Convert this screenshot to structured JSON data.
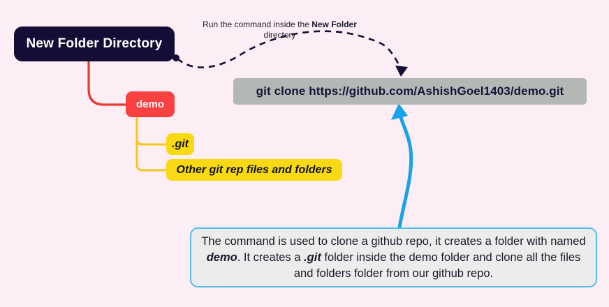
{
  "diagram": {
    "title": "git clone mind map",
    "background_color": "#fdeef5"
  },
  "root_node": {
    "label": "New Folder Directory",
    "bg_color": "#140d36",
    "text_color": "#ffffff"
  },
  "demo_node": {
    "label": "demo",
    "bg_color": "#f94141",
    "text_color": "#ffffff"
  },
  "child_nodes": [
    {
      "label": ".git",
      "bg_color": "#f9d913",
      "text_color": "#111111"
    },
    {
      "label": "Other git rep files and folders",
      "bg_color": "#f9d913",
      "text_color": "#111111"
    }
  ],
  "command_box": {
    "command": "git clone https://github.com/AshishGoel1403/demo.git",
    "bg_color": "#b4b8b4",
    "text_color": "#15123a"
  },
  "annotation": {
    "text_before": "Run the command inside the ",
    "text_bold": "New Folder",
    "text_after": " directory"
  },
  "description": {
    "part1": "The command is used to clone a github repo, it creates a folder with named ",
    "bold1": "demo",
    "part2": ". It creates a ",
    "bold2": ".git",
    "part3": " folder inside the demo folder and clone all the files and folders folder from our github repo.",
    "border_color": "#56bde8",
    "bg_color": "#ececec"
  },
  "connectors": {
    "root_to_demo_color": "#e8392f",
    "demo_to_children_color": "#f5c518",
    "dashed_arrow_color": "#140d36",
    "blue_arrow_color": "#18a2e8"
  }
}
